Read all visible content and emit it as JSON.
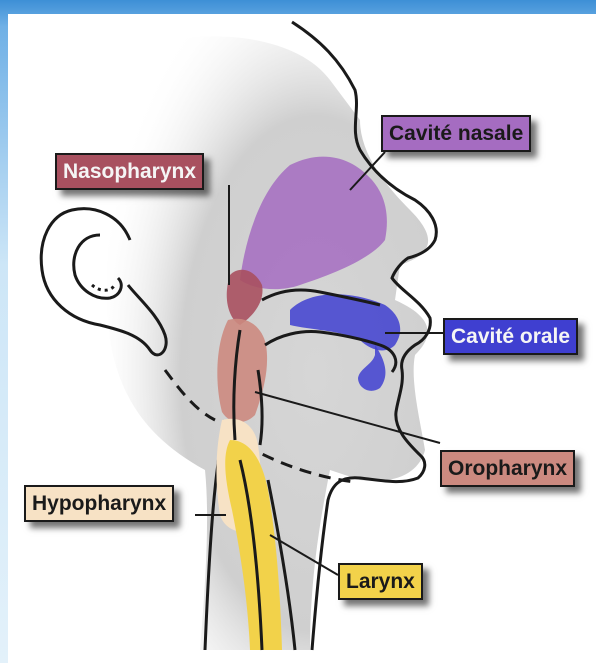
{
  "labels": {
    "cavite_nasale": "Cavité nasale",
    "nasopharynx": "Nasopharynx",
    "cavite_orale": "Cavité orale",
    "oropharynx": "Oropharynx",
    "hypopharynx": "Hypopharynx",
    "larynx": "Larynx"
  },
  "colors": {
    "cavite_nasale": "#a56cc1",
    "nasopharynx": "#a8505f",
    "cavite_orale": "#3f3fd0",
    "oropharynx": "#cc8a80",
    "hypopharynx": "#f7e2c5",
    "larynx": "#f2d24a",
    "tissue": "#d9d9d9",
    "outline": "#1a1a1a"
  }
}
